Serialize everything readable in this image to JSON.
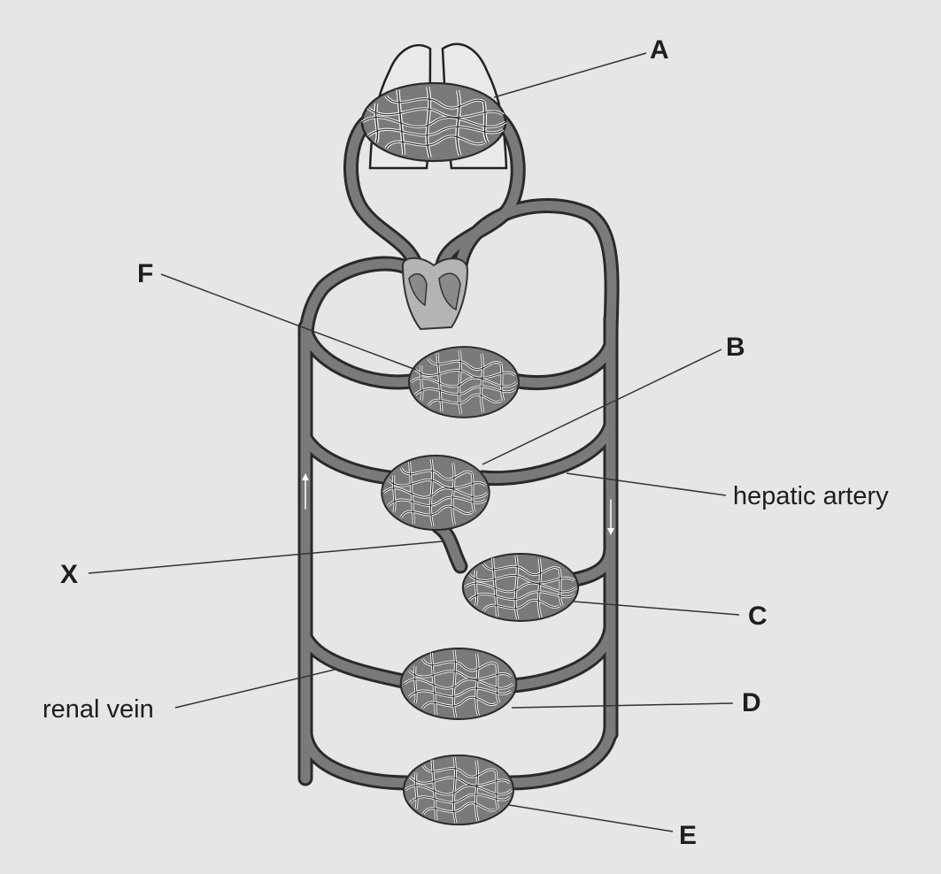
{
  "diagram": {
    "labels": {
      "A": "A",
      "B": "B",
      "C": "C",
      "D": "D",
      "E": "E",
      "F": "F",
      "X": "X",
      "hepatic_artery": "hepatic artery",
      "renal_vein": "renal vein"
    },
    "colors": {
      "background": "#e6e6e6",
      "vessel": "#7a7a7a",
      "vessel_outline": "#2a2a2a",
      "heart_fill": "#b4b4b4",
      "lung_outline": "#222222",
      "label_text": "#1e1e1e"
    }
  }
}
